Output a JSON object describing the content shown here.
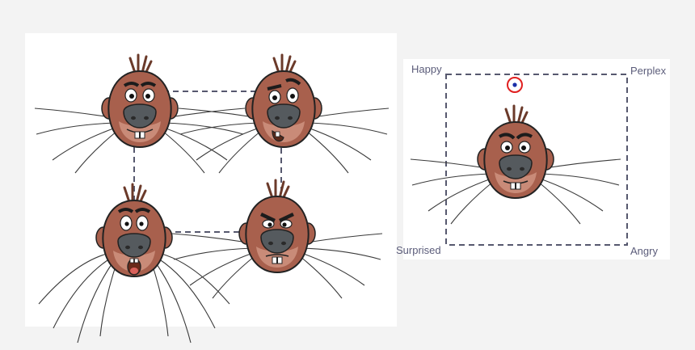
{
  "blend_space": {
    "corner_labels": {
      "top_left": "Happy",
      "top_right": "Perplex",
      "bottom_left": "Surprised",
      "bottom_right": "Angry"
    }
  },
  "colors": {
    "skin": "#a8604d",
    "skin_light": "#c98b78",
    "nose": "#555a5e",
    "outline": "#222222",
    "hair": "#6b3a2a",
    "brow": "#1c1c1c",
    "dashed_line": "#56586e",
    "control_point_ring": "#e02020",
    "control_point_dot": "#1a2fa8",
    "label_text": "#5b5c7a"
  },
  "icons": [
    "beaver-face-happy",
    "beaver-face-perplex",
    "beaver-face-surprised",
    "beaver-face-angry",
    "beaver-face-blended",
    "blend-control-point"
  ]
}
